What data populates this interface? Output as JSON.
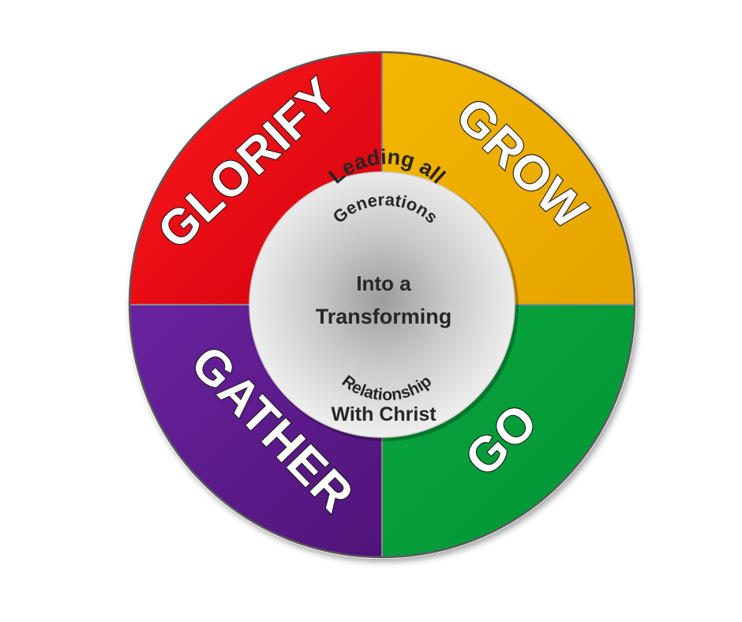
{
  "quadrants": [
    {
      "id": "glorify",
      "label": "GLORIFY",
      "color": "#e30613"
    },
    {
      "id": "grow",
      "label": "GROW",
      "color": "#f0ac00"
    },
    {
      "id": "go",
      "label": "GO",
      "color": "#00a23c"
    },
    {
      "id": "gather",
      "label": "GATHER",
      "color": "#5e1d8e"
    }
  ],
  "center": {
    "line1": "Leading all",
    "line2": "Generations",
    "line3": "Into a",
    "line4": "Transforming",
    "line5": "Relationship",
    "line6": "With Christ"
  }
}
